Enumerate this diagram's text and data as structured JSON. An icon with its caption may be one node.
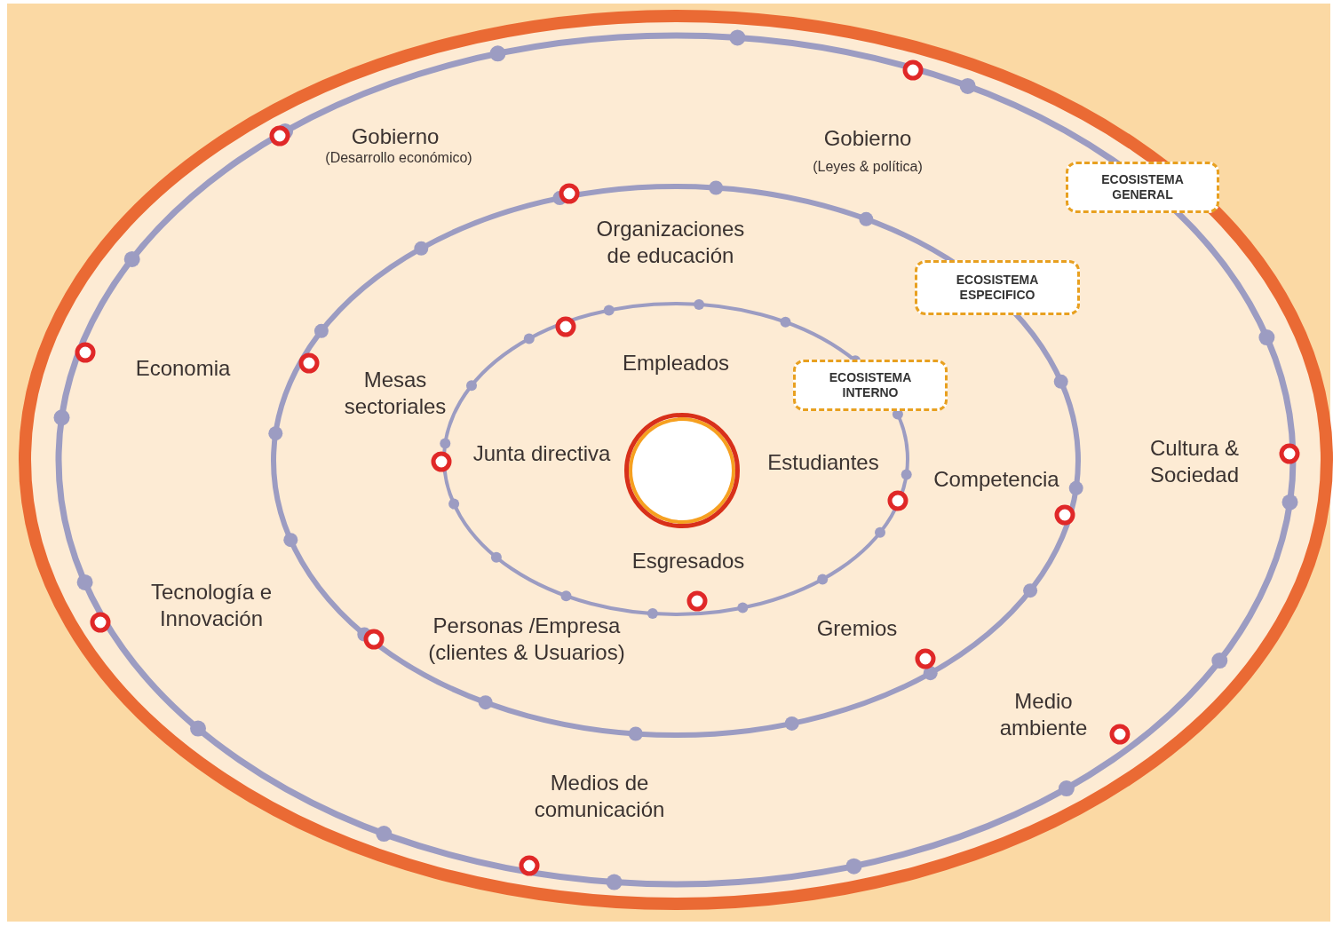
{
  "diagram": {
    "nodes": [
      {
        "text": [
          "ECOSISTEMA GENERAL"
        ]
      },
      {
        "text": [
          "ECOSISTEMA ESPECIFICO"
        ]
      },
      {
        "text": [
          "ECOSISTEMA INTERNO"
        ]
      },
      {
        "text": [],
        "shape": "circle"
      }
    ],
    "labels": [
      "Gobierno",
      "(Desarrollo económico)",
      "Gobierno",
      "(Leyes & política)",
      "Organizaciones de educación",
      "Economia",
      "Mesas sectoriales",
      "Empleados",
      "Junta directiva",
      "Estudiantes",
      "Competencia",
      "Cultura & Sociedad",
      "Esgresados",
      "Tecnología e Innovación",
      "Personas /Empresa (clientes & Usuarios)",
      "Gremios",
      "Medio ambiente",
      "Medios de comunicación"
    ]
  }
}
